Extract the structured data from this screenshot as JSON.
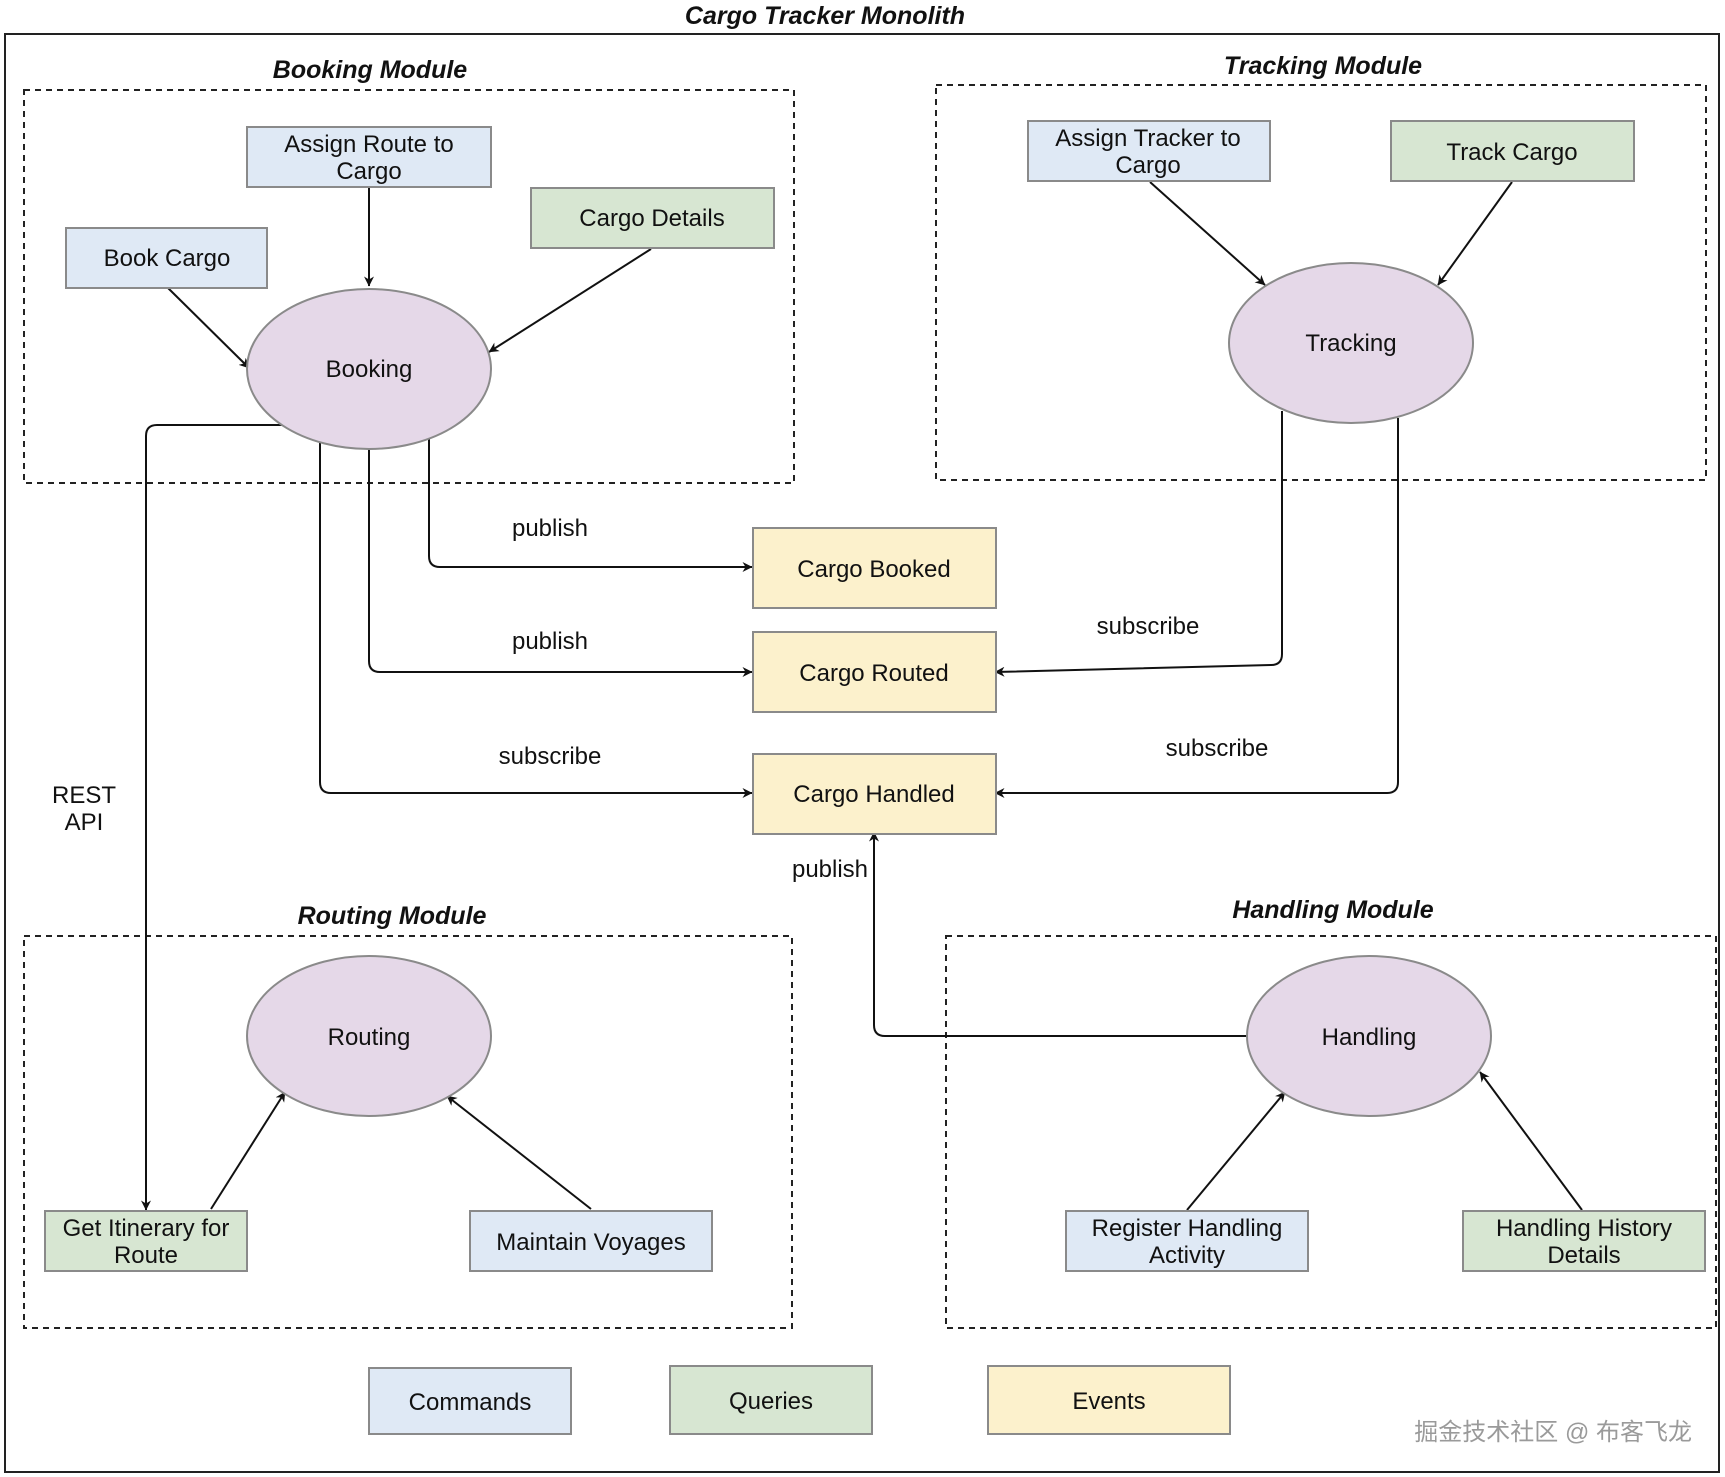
{
  "diagram": {
    "title": "Cargo  Tracker Monolith",
    "modules": {
      "booking": "Booking Module",
      "tracking": "Tracking Module",
      "routing": "Routing Module",
      "handling": "Handling Module"
    },
    "nodes": {
      "assign_route": [
        "Assign Route to",
        "Cargo"
      ],
      "cargo_details": "Cargo Details",
      "book_cargo": "Book Cargo",
      "booking": "Booking",
      "assign_tracker": [
        "Assign Tracker to",
        "Cargo"
      ],
      "track_cargo": "Track Cargo",
      "tracking": "Tracking",
      "cargo_booked": "Cargo Booked",
      "cargo_routed": "Cargo Routed",
      "cargo_handled": "Cargo Handled",
      "routing": "Routing",
      "get_itinerary": [
        "Get Itinerary for",
        "Route"
      ],
      "maintain_voyages": "Maintain Voyages",
      "handling": "Handling",
      "register_handling": [
        "Register Handling",
        "Activity"
      ],
      "handling_history": [
        "Handling History",
        "Details"
      ]
    },
    "edge_labels": {
      "publish_booked": "publish",
      "publish_routed": "publish",
      "subscribe_booking_handled": "subscribe",
      "subscribe_tracking_routed": "subscribe",
      "subscribe_tracking_handled": "subscribe",
      "publish_handling": "publish",
      "rest_api": [
        "REST",
        "API"
      ]
    },
    "legend": {
      "commands": "Commands",
      "queries": "Queries",
      "events": "Events"
    },
    "watermark": "掘金技术社区 @ 布客飞龙"
  },
  "colors": {
    "command": "#dfe9f5",
    "query": "#d7e6d2",
    "event": "#fcf1cc",
    "process": "#e5d8e8"
  }
}
